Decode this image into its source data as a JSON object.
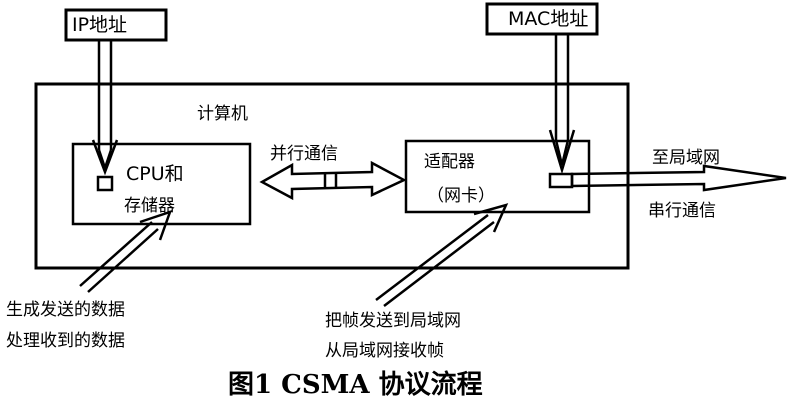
{
  "labels": {
    "ip_address": "IP地址",
    "mac_address": "MAC地址",
    "computer": "计算机",
    "cpu_line1": "CPU和",
    "cpu_line2": "存储器",
    "parallel_comm": "并行通信",
    "adapter_line1": "适配器",
    "adapter_line2": "（网卡）",
    "to_lan": "至局域网",
    "serial_comm": "串行通信",
    "cpu_note_line1": "生成发送的数据",
    "cpu_note_line2": "处理收到的数据",
    "adapter_note_line1": "把帧发送到局域网",
    "adapter_note_line2": "从局域网接收帧"
  },
  "caption": "图1   CSMA 协议流程"
}
